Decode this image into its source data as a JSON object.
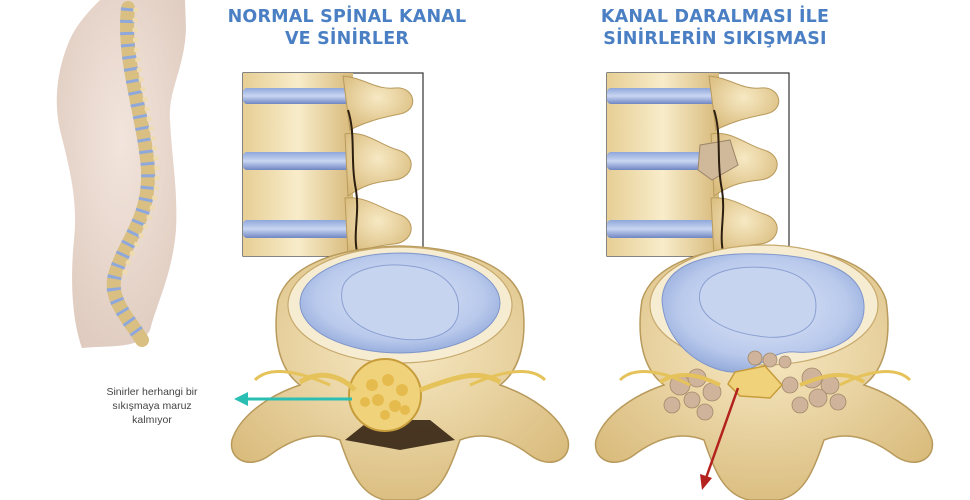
{
  "titles": {
    "normal": {
      "line1": "NORMAL SPİNAL KANAL",
      "line2": "VE SİNİRLER"
    },
    "stenosis": {
      "line1": "KANAL DARALMASI İLE",
      "line2": "SİNİRLERİN SIKIŞMASI"
    }
  },
  "annotation": {
    "line1": "Sinirler herhangi bir",
    "line2": "sıkışmaya maruz",
    "line3": "kalmıyor"
  },
  "colors": {
    "title": "#4a7fc4",
    "arrow_normal": "#2bbfb3",
    "arrow_stenosis": "#b3221e",
    "disc": "#b9c9ec",
    "bone": "#ecd7a4",
    "nerve": "#e9c45a"
  }
}
